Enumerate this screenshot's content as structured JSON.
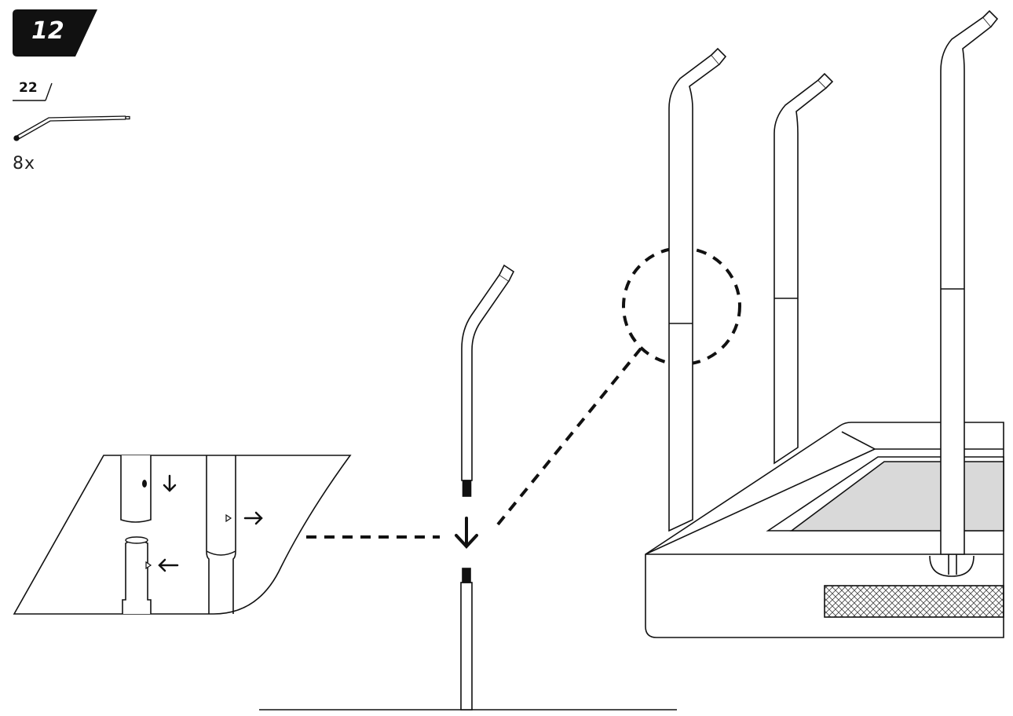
{
  "step": {
    "number": "12"
  },
  "part": {
    "number": "22",
    "quantity": "8x"
  },
  "colors": {
    "ink": "#111111",
    "mat": "#d9d9d9",
    "background": "#ffffff"
  },
  "icons": [
    "arrow-down-icon",
    "arrow-right-icon",
    "arrow-left-icon"
  ]
}
